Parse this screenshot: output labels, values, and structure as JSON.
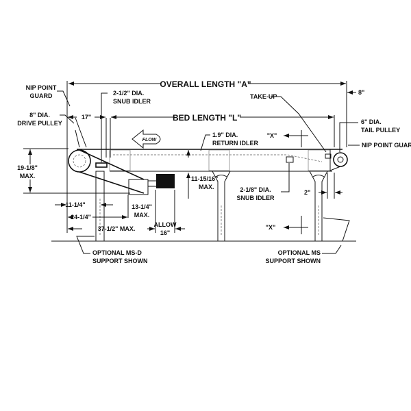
{
  "title": "Conveyor dimensional drawing",
  "labels": {
    "nip_point_guard_left": [
      "NIP POINT",
      "GUARD"
    ],
    "drive_pulley": [
      "8\" DIA.",
      "DRIVE PULLEY"
    ],
    "snub_idler_top": [
      "2-1/2\" DIA.",
      "SNUB IDLER"
    ],
    "overall_length": "OVERALL LENGTH \"A\"",
    "take_up": "TAKE-UP",
    "dim_8": "8\"",
    "dim_17": "17\"",
    "bed_length": "BED LENGTH \"L\"",
    "tail_pulley": [
      "6\" DIA.",
      "TAIL PULLEY"
    ],
    "nip_point_guard_right": "NIP POINT GUARD",
    "flow": "FLOW",
    "return_idler": [
      "1.9\" DIA.",
      "RETURN IDLER"
    ],
    "section_x": "\"X\"",
    "dim_19_1_8": [
      "19-1/8\"",
      "MAX."
    ],
    "dim_11_15_16": [
      "11-15/16\"",
      "MAX."
    ],
    "snub_idler_bottom": [
      "2-1/8\" DIA.",
      "SNUB IDLER"
    ],
    "dim_2": "2\"",
    "dim_11_1_4": "11-1/4\"",
    "dim_13_1_4": [
      "13-1/4\"",
      "MAX."
    ],
    "dim_24_1_4": "24-1/4\"",
    "allow_16": [
      "ALLOW",
      "16\""
    ],
    "dim_37_1_2": "37-1/2\" MAX.",
    "optional_msd": [
      "OPTIONAL MS-D",
      "SUPPORT SHOWN"
    ],
    "optional_ms": [
      "OPTIONAL MS",
      "SUPPORT SHOWN"
    ]
  }
}
